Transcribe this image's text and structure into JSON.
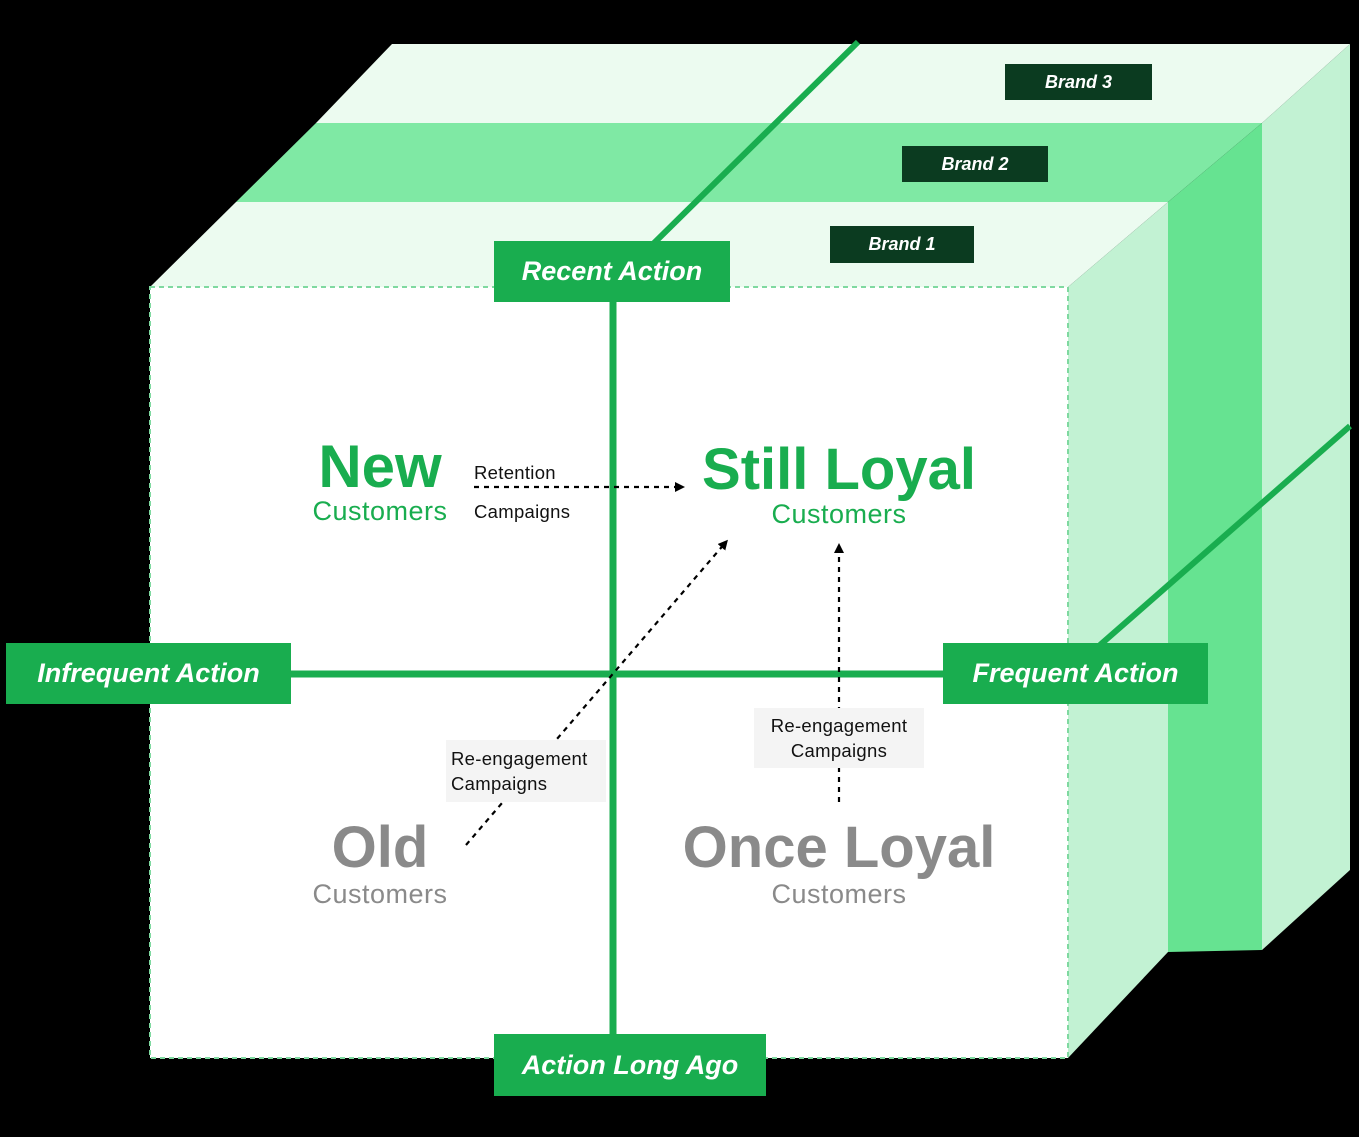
{
  "axes": {
    "top": "Recent Action",
    "bottom": "Action Long Ago",
    "left": "Infrequent Action",
    "right": "Frequent Action"
  },
  "brands": [
    "Brand 1",
    "Brand 2",
    "Brand 3"
  ],
  "segments": {
    "new": {
      "title": "New",
      "subtitle": "Customers"
    },
    "still_loyal": {
      "title": "Still Loyal",
      "subtitle": "Customers"
    },
    "old": {
      "title": "Old",
      "subtitle": "Customers"
    },
    "once_loyal": {
      "title": "Once Loyal",
      "subtitle": "Customers"
    }
  },
  "campaigns": {
    "retention": [
      "Retention",
      "Campaigns"
    ],
    "reengage_old": [
      "Re-engagement",
      "Campaigns"
    ],
    "reengage_once_loyal": [
      "Re-engagement",
      "Campaigns"
    ]
  },
  "colors": {
    "primary_green": "#19ad4f",
    "dark_green": "#0b3b20",
    "muted_gray": "#8a8a8a",
    "layer_light": "#ecfbf0",
    "layer_mid": "#7fe9a4",
    "layer_side": "#c2f2d3"
  }
}
